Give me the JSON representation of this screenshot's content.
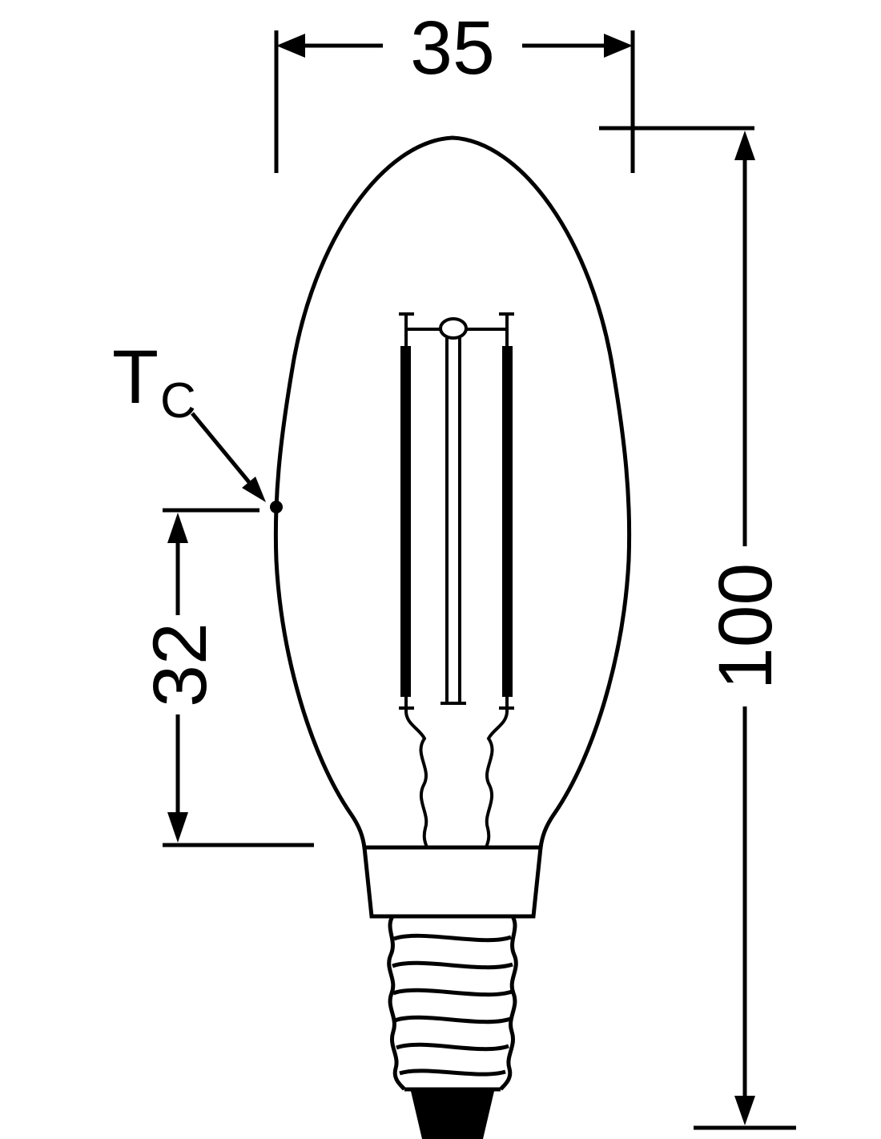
{
  "dimensions": {
    "width_label": "35",
    "height_label": "100",
    "glass_height_label": "32"
  },
  "tc_label": {
    "main": "T",
    "sub": "C"
  },
  "colors": {
    "line": "#000000",
    "background": "#ffffff"
  }
}
